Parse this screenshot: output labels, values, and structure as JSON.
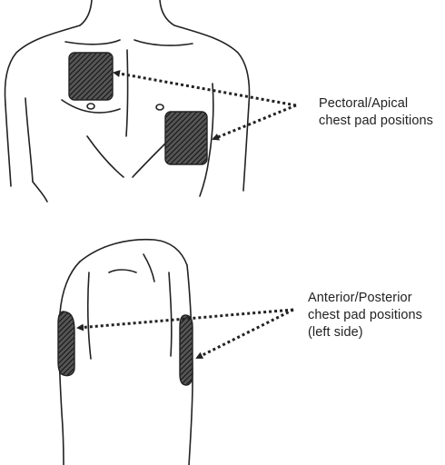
{
  "labels": {
    "pectoral_apical": {
      "line1": "Pectoral/Apical",
      "line2": "chest pad positions"
    },
    "anterior_posterior": {
      "line1": "Anterior/Posterior",
      "line2": "chest pad positions",
      "line3": "(left side)"
    }
  },
  "colors": {
    "outline": "#222222",
    "pad_fill": "#4a4a4a",
    "hatch": "#1a1a1a",
    "arrow": "#222222"
  }
}
